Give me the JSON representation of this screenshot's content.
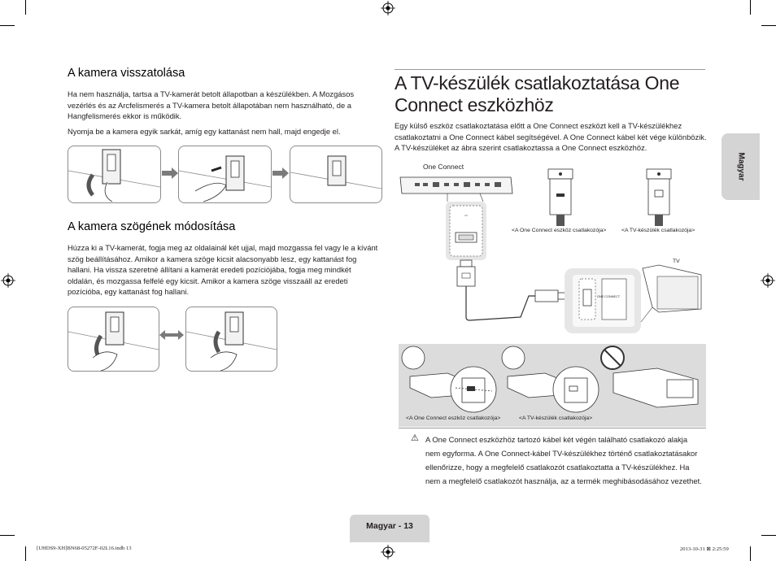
{
  "left": {
    "section1": {
      "heading": "A kamera visszatolása",
      "para1": "Ha nem használja, tartsa a TV-kamerát betolt állapotban a készülékben. A Mozgásos vezérlés és az Arcfelismerés a TV-kamera betolt állapotában nem használható, de a Hangfelismerés ekkor is működik.",
      "para2": "Nyomja be a kamera egyik sarkát, amíg egy kattanást nem hall, majd engedje el."
    },
    "section2": {
      "heading": "A kamera szögének módosítása",
      "para1": "Húzza ki a TV-kamerát, fogja meg az oldalainál két ujjal, majd mozgassa fel vagy le a kívánt szög beállításához. Amikor a kamera szöge kicsit alacsonyabb lesz, egy kattanást fog hallani. Ha vissza szeretné állítani a kamerát eredeti pozíciójába, fogja meg mindkét oldalán, és mozgassa felfelé egy kicsit. Amikor a kamera szöge visszaáll az eredeti pozícióba, egy kattanást fog hallani."
    }
  },
  "right": {
    "title": "A TV-készülék csatlakoztatása One Connect eszközhöz",
    "intro": "Egy külső eszköz csatlakoztatása előtt a One Connect eszközt kell a TV-készülékhez csatlakoztatni a One Connect kábel segítségével. A One Connect kábel két vége különbözik. A TV-készüléket az ábra szerint csatlakoztassa a One Connect eszközhöz.",
    "diagram": {
      "one_connect_label": "One Connect",
      "caption_oc": "<A One Connect eszköz csatlakozója>",
      "caption_tv": "<A TV-készülék csatlakozója>",
      "tv_label": "TV",
      "port_small_text": "ONE CONNECT",
      "jack_small_text": "ONE CONNECT"
    },
    "panel": {
      "caption_oc": "<A One Connect eszköz csatlakozója>",
      "caption_tv": "<A TV-készülék csatlakozója>"
    },
    "warning": {
      "icon": "warning-triangle-icon",
      "symbol": "⚠",
      "text": "A One Connect eszközhöz tartozó kábel két végén található csatlakozó alakja nem egyforma. A One Connect-kábel TV-készülékhez történő csatlakoztatásakor ellenőrizze, hogy a megfelelő csatlakozót csatlakoztatta a TV-készülékhez. Ha nem a megfelelő csatlakozót használja, az a termék meghibásodásához vezethet."
    }
  },
  "side_tab": "Magyar",
  "page_label": "Magyar - 13",
  "footer": {
    "left": "[UHDS9-XH]BN68-05272F-02L16.indb   13",
    "right": "2013-10-31   ⊠ 2:25:59"
  }
}
